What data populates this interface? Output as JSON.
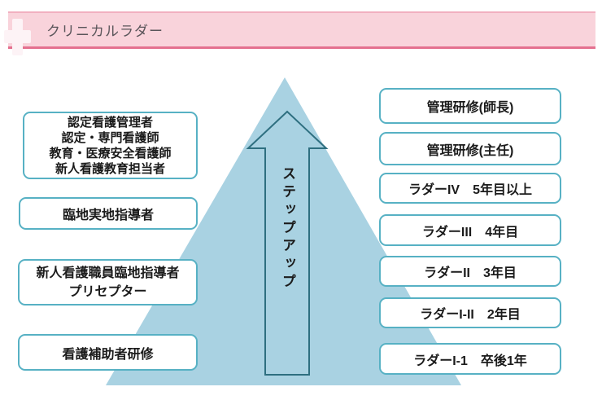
{
  "header": {
    "title": "クリニカルラダー",
    "icon": "medical-cross-icon"
  },
  "pyramid": {
    "arrow_label": "ステップアップ"
  },
  "left_boxes": [
    {
      "lines": [
        "認定看護管理者",
        "認定・専門看護師",
        "教育・医療安全看護師",
        "新人看護教育担当者"
      ]
    },
    {
      "lines": [
        "臨地実地指導者"
      ]
    },
    {
      "lines": [
        "新人看護職員臨地指導者",
        "プリセプター"
      ]
    },
    {
      "lines": [
        "看護補助者研修"
      ]
    }
  ],
  "right_boxes": [
    {
      "label": "管理研修(師長)"
    },
    {
      "label": "管理研修(主任)"
    },
    {
      "label": "ラダーIV　5年目以上"
    },
    {
      "label": "ラダーIII　4年目"
    },
    {
      "label": "ラダーII　3年目"
    },
    {
      "label": "ラダーI-II　2年目"
    },
    {
      "label": "ラダーI-1　卒後1年"
    }
  ],
  "colors": {
    "banner-bg": "#f9d3db",
    "banner-border": "#e4708f",
    "banner-top-border": "#f2b0c0",
    "cross": "#fdf3f6",
    "title-text": "#5a555a",
    "triangle-fill": "#a9d2e2",
    "arrow-stroke": "#2e6f80",
    "box-border": "#57b1c4",
    "box-text": "#1b1b1b"
  }
}
